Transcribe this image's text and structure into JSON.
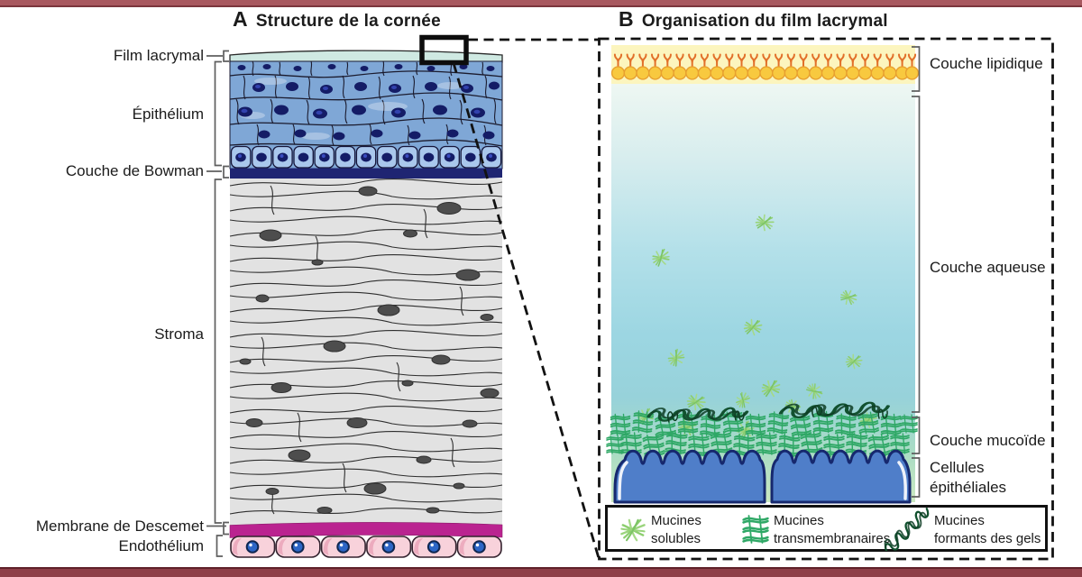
{
  "figure": {
    "panel_a": {
      "letter": "A",
      "title": "Structure de la cornée",
      "labels": {
        "film": "Film lacrymal",
        "epithelium": "Épithélium",
        "bowman": "Couche de Bowman",
        "stroma": "Stroma",
        "descemet": "Membrane de Descemet",
        "endothelium": "Endothélium"
      }
    },
    "panel_b": {
      "letter": "B",
      "title": "Organisation du film lacrymal",
      "labels": {
        "lipid": "Couche lipidique",
        "aqueous": "Couche aqueuse",
        "mucoid": "Couche mucoïde",
        "cells_line1": "Cellules",
        "cells_line2": "épithéliales"
      },
      "legend": [
        {
          "line1": "Mucines",
          "line2": "solubles"
        },
        {
          "line1": "Mucines",
          "line2": "transmembranaires"
        },
        {
          "line1": "Mucines",
          "line2": "formants des gels"
        }
      ]
    },
    "colors": {
      "frame_bar": "#9a4b53",
      "film_lacrymal": "#cfe9e2",
      "epithelium_cell": "#8fb3e2",
      "nucleus_blue": "#141c66",
      "bowman": "#1f2572",
      "stroma": "#e2e2e2",
      "stroma_nucleus": "#4b4b4b",
      "descemet": "#ba2390",
      "endothelium_cell": "#f8d2db",
      "lipid_band": "#fcf5be",
      "lipid_head": "#f8c93f",
      "lipid_tail": "#e2702a",
      "aqueous_top": "#ecf6f1",
      "aqueous_mid": "#9cd6e2",
      "aqueous_bottom": "#cbe8c0",
      "mucin_soluble": "#96d178",
      "mucin_transmembrane": "#2fa866",
      "mucin_gel": "#12512f",
      "epithelial_cell_b": "#4f7ec9"
    }
  }
}
